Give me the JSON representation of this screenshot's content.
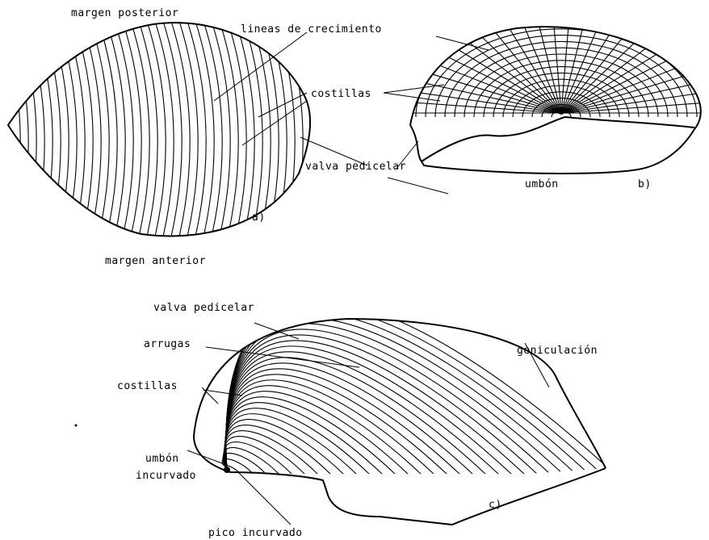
{
  "labels": {
    "margen_posterior": "margen posterior",
    "lineas_de_crecimiento": "lineas de crecimiento",
    "costillas_b": "costillas",
    "valva_pedicelar_b": "valva pedicelar",
    "umbon_b": "umbón",
    "fig_b": "b)",
    "fig_a": "a)",
    "margen_anterior": "margen anterior",
    "valva_pedicelar_c": "valva pedicelar",
    "arrugas": "arrugas",
    "geniculacion": "geniculación",
    "costillas_c": "costillas",
    "umbon_incurvado_1": "umbón",
    "umbon_incurvado_2": "incurvado",
    "fig_c": "c)",
    "pico_incurvado": "pico incurvado"
  },
  "colors": {
    "ink": "#000000",
    "paper": "#ffffff"
  }
}
